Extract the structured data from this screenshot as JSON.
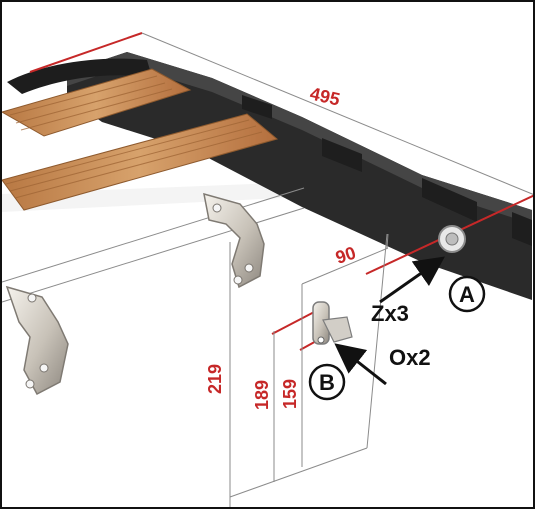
{
  "labels": {
    "dim_495": "495",
    "dim_90": "90",
    "dim_219": "219",
    "dim_189": "189",
    "dim_159": "159",
    "callout_z": "Zx3",
    "callout_o": "Ox2",
    "marker_a": "A",
    "marker_b": "B"
  },
  "colors": {
    "dimension": "#c62828",
    "frame_black": "#2a2a2a",
    "slat_wood": "#c98f55",
    "metal": "#d9d5cf"
  }
}
